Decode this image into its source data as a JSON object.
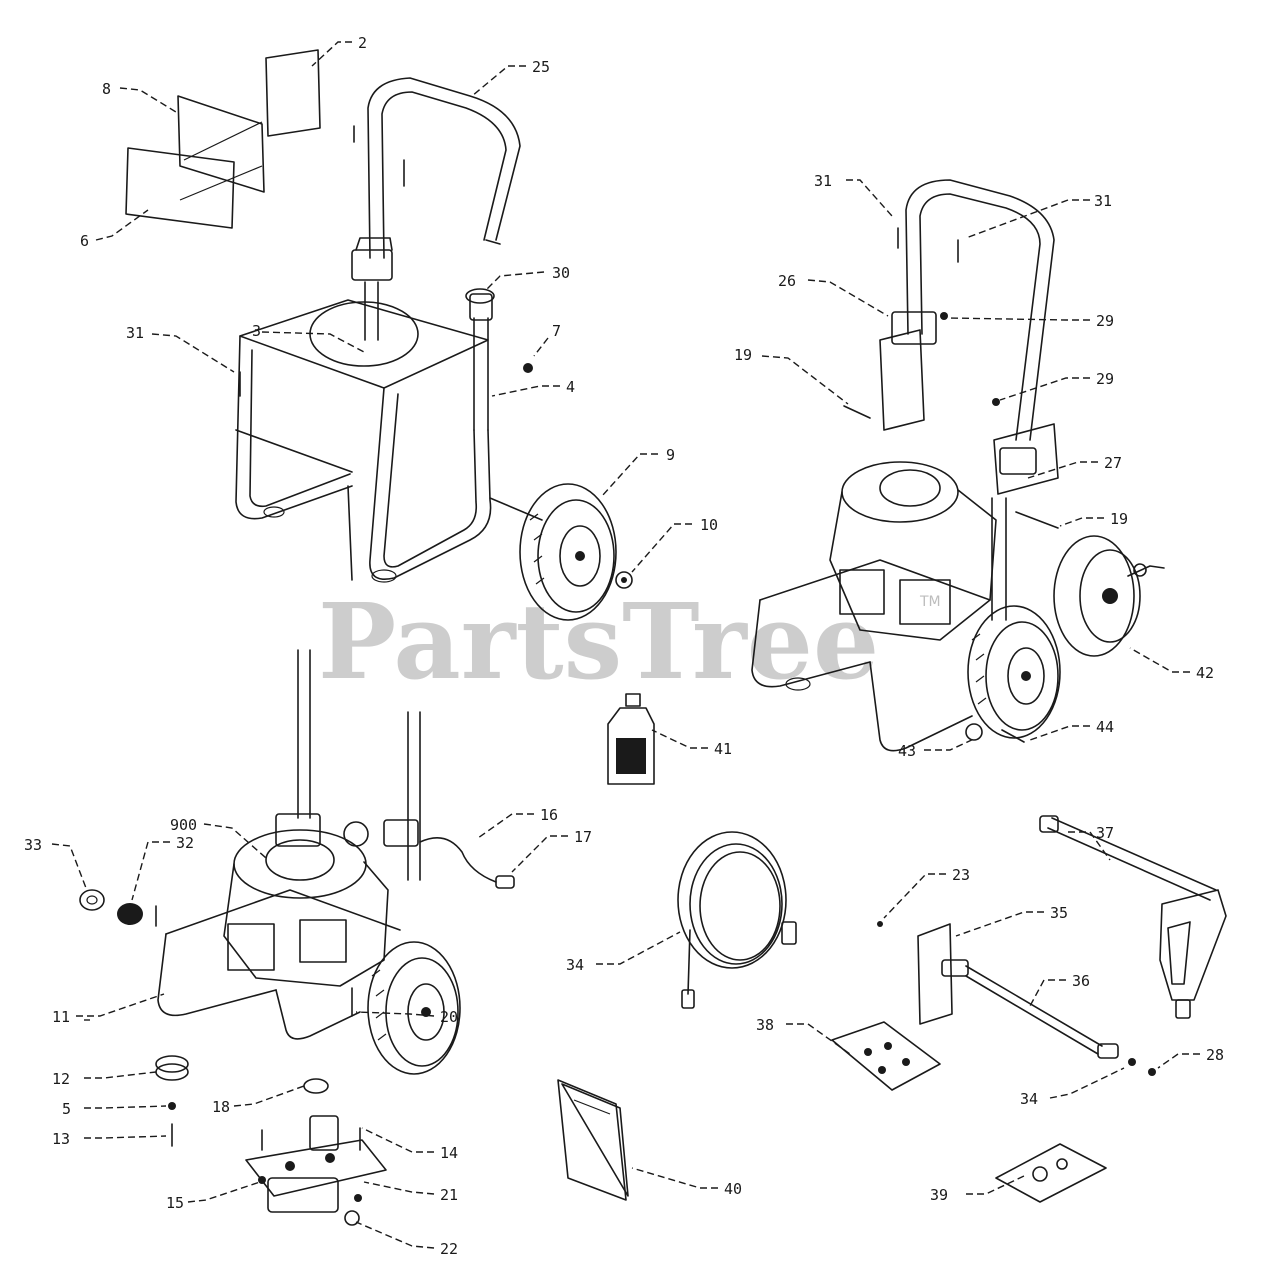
{
  "watermark": {
    "text": "PartsTree",
    "trademark": "TM"
  },
  "callouts": {
    "c2": "2",
    "c8": "8",
    "c6": "6",
    "c25": "25",
    "c30": "30",
    "c31a": "31",
    "c3": "3",
    "c7": "7",
    "c4": "4",
    "c9": "9",
    "c10": "10",
    "c31b": "31",
    "c31c": "31",
    "c26": "26",
    "c29a": "29",
    "c19a": "19",
    "c29b": "29",
    "c27": "27",
    "c19b": "19",
    "c42": "42",
    "c44": "44",
    "c43": "43",
    "c41": "41",
    "c900": "900",
    "c16": "16",
    "c17": "17",
    "c33": "33",
    "c32": "32",
    "c11": "11",
    "c12": "12",
    "c5": "5",
    "c13": "13",
    "c18": "18",
    "c20": "20",
    "c14": "14",
    "c21": "21",
    "c15": "15",
    "c22": "22",
    "c34a": "34",
    "c23": "23",
    "c35": "35",
    "c36": "36",
    "c37": "37",
    "c34b": "34",
    "c28": "28",
    "c38": "38",
    "c40": "40",
    "c39": "39"
  },
  "icons": [
    "frame-assembly",
    "wheel",
    "engine",
    "pump",
    "hose",
    "spray-gun",
    "wand",
    "hose-reel",
    "oil-bottle",
    "manual"
  ]
}
